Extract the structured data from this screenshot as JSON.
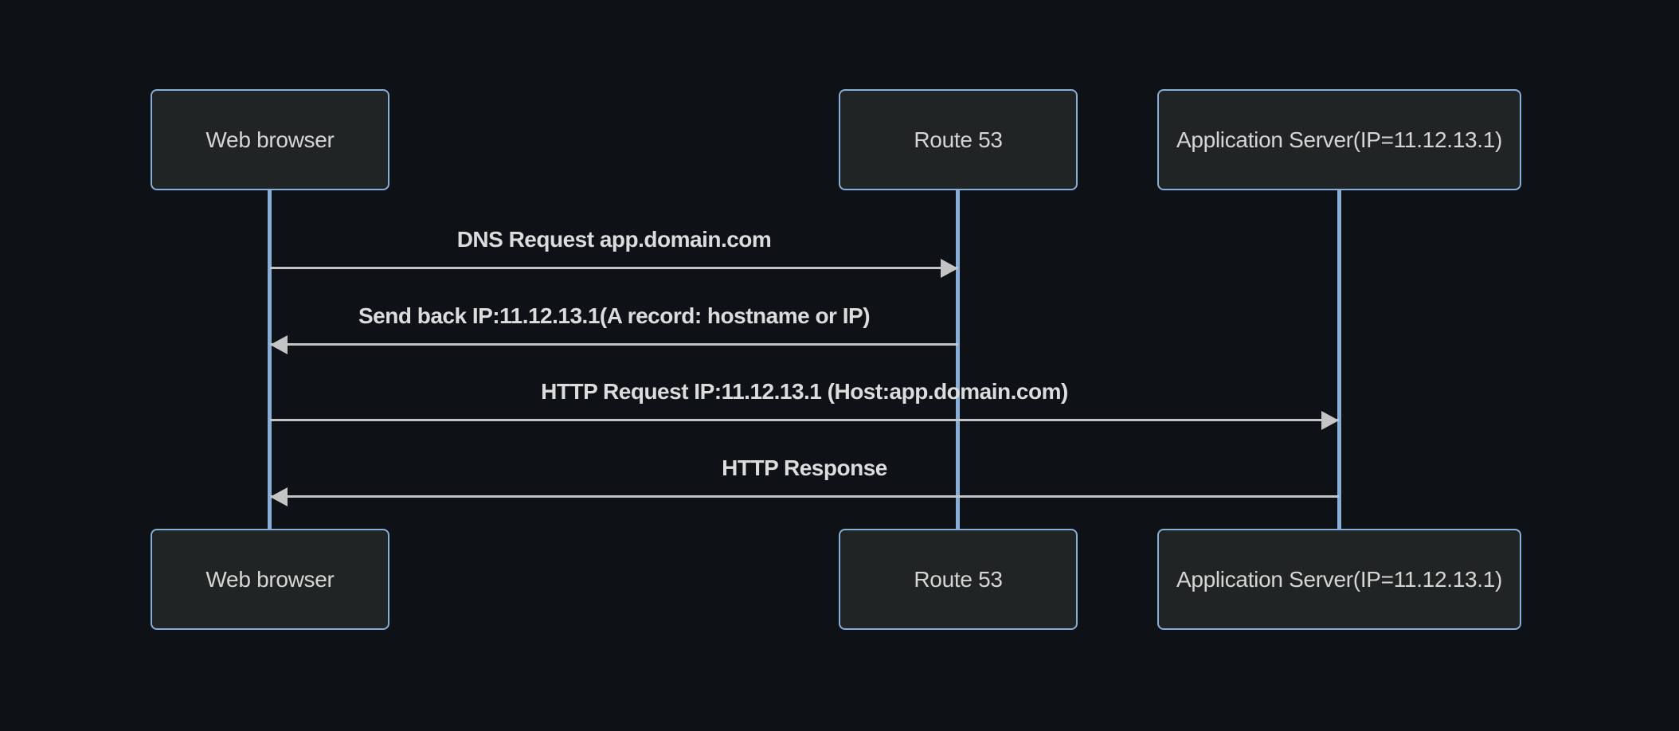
{
  "diagram": {
    "type": "sequence-diagram",
    "actors": [
      {
        "id": "web-browser",
        "label": "Web browser"
      },
      {
        "id": "route-53",
        "label": "Route 53"
      },
      {
        "id": "application-server",
        "label": "Application Server(IP=11.12.13.1)"
      }
    ],
    "messages": [
      {
        "from": "web-browser",
        "to": "route-53",
        "direction": "right",
        "label": "DNS Request app.domain.com"
      },
      {
        "from": "route-53",
        "to": "web-browser",
        "direction": "left",
        "label": "Send back IP:11.12.13.1(A record: hostname or IP)"
      },
      {
        "from": "web-browser",
        "to": "application-server",
        "direction": "right",
        "label": "HTTP Request IP:11.12.13.1 (Host:app.domain.com)"
      },
      {
        "from": "application-server",
        "to": "web-browser",
        "direction": "left",
        "label": "HTTP Response"
      }
    ],
    "colors": {
      "background": "#0e1216",
      "actor_fill": "#212424",
      "actor_border": "#86aed8",
      "actor_text": "#d5d5d5",
      "lifeline": "#86aed8",
      "message_line": "#c4c4c4",
      "message_text": "#dcdcdc"
    }
  }
}
